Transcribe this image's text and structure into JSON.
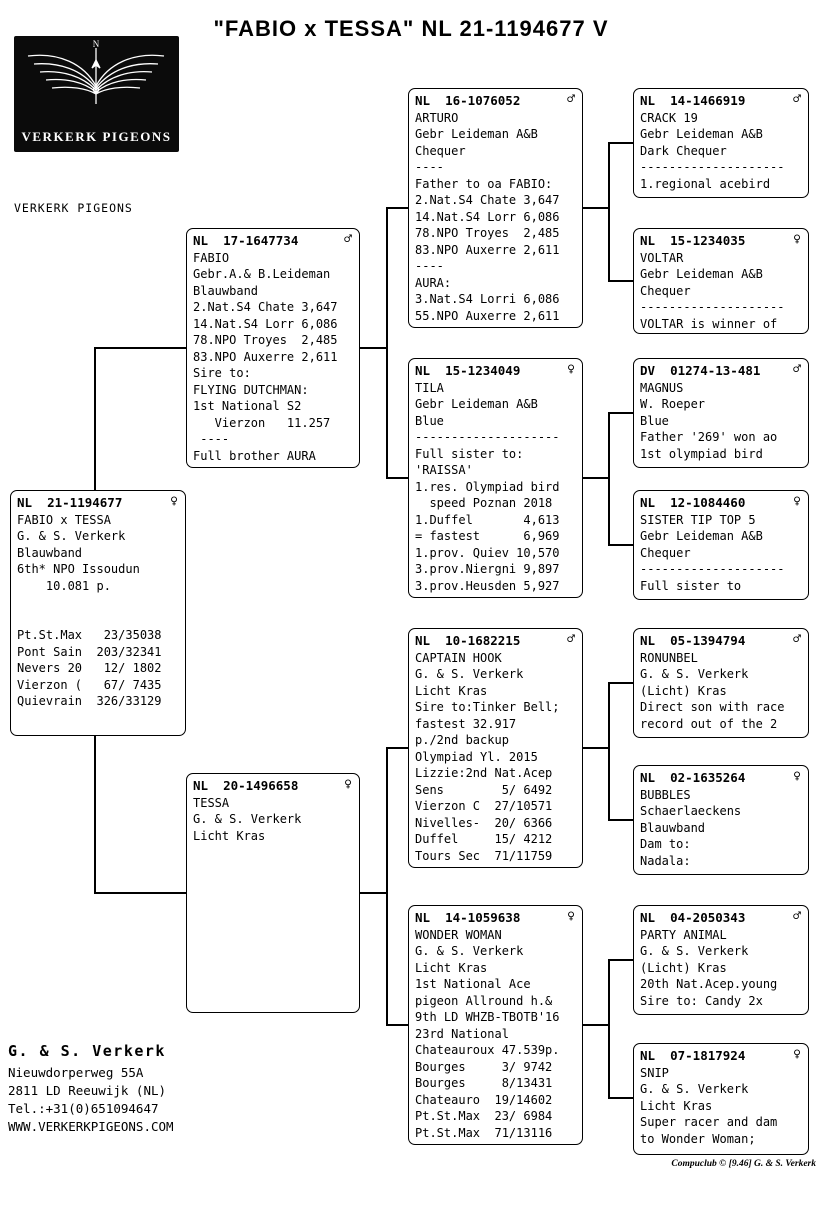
{
  "title": "\"FABIO x TESSA\"  NL  21-1194677 V",
  "logo": {
    "brand": "VERKERK PIGEONS",
    "compass_letter": "N"
  },
  "logo_caption": "VERKERK PIGEONS",
  "contact": {
    "name": "G. & S. Verkerk",
    "lines": [
      "Nieuwdorperweg 55A",
      "2811 LD  Reeuwijk (NL)",
      "Tel.:+31(0)651094647",
      "WWW.VERKERKPIGEONS.COM"
    ]
  },
  "credit": "Compuclub © [9.46]  G. & S. Verkerk",
  "boxes": {
    "subject": {
      "ring": "NL  21-1194677",
      "sex": "female",
      "sex_symbol": "♀",
      "text": "FABIO x TESSA\nG. & S. Verkerk\nBlauwband\n6th* NPO Issoudun\n    10.081 p.\n\n\nPt.St.Max   23/35038\nPont Sain  203/32341\nNevers 20   12/ 1802\nVierzon (   67/ 7435\nQuievrain  326/33129"
    },
    "fabio": {
      "ring": "NL  17-1647734",
      "sex": "male",
      "sex_symbol": "♂",
      "text": "FABIO\nGebr.A.& B.Leideman\nBlauwband\n2.Nat.S4 Chate 3,647\n14.Nat.S4 Lorr 6,086\n78.NPO Troyes  2,485\n83.NPO Auxerre 2,611\nSire to:\nFLYING DUTCHMAN:\n1st National S2\n   Vierzon   11.257\n ----\nFull brother AURA"
    },
    "tessa": {
      "ring": "NL  20-1496658",
      "sex": "female",
      "sex_symbol": "♀",
      "text": "TESSA\nG. & S. Verkerk\nLicht Kras"
    },
    "arturo": {
      "ring": "NL  16-1076052",
      "sex": "male",
      "sex_symbol": "♂",
      "text": "ARTURO\nGebr Leideman A&B\nChequer\n----\nFather to oa FABIO:\n2.Nat.S4 Chate 3,647\n14.Nat.S4 Lorr 6,086\n78.NPO Troyes  2,485\n83.NPO Auxerre 2,611\n----\nAURA:\n3.Nat.S4 Lorri 6,086\n55.NPO Auxerre 2,611"
    },
    "tila": {
      "ring": "NL  15-1234049",
      "sex": "female",
      "sex_symbol": "♀",
      "text": "TILA\nGebr Leideman A&B\nBlue\n--------------------\nFull sister to:\n'RAISSA'\n1.res. Olympiad bird\n  speed Poznan 2018\n1.Duffel       4,613\n= fastest      6,969\n1.prov. Quiev 10,570\n3.prov.Niergni 9,897\n3.prov.Heusden 5,927"
    },
    "captain_hook": {
      "ring": "NL  10-1682215",
      "sex": "male",
      "sex_symbol": "♂",
      "text": "CAPTAIN HOOK\nG. & S. Verkerk\nLicht Kras\nSire to:Tinker Bell;\nfastest 32.917\np./2nd backup\nOlympiad Yl. 2015\nLizzie:2nd Nat.Acep\nSens        5/ 6492\nVierzon C  27/10571\nNivelles-  20/ 6366\nDuffel     15/ 4212\nTours Sec  71/11759"
    },
    "wonder_woman": {
      "ring": "NL  14-1059638",
      "sex": "female",
      "sex_symbol": "♀",
      "text": "WONDER WOMAN\nG. & S. Verkerk\nLicht Kras\n1st National Ace\npigeon Allround h.&\n9th LD WHZB-TBOTB'16\n23rd National\nChateauroux 47.539p.\nBourges     3/ 9742\nBourges     8/13431\nChateauro  19/14602\nPt.St.Max  23/ 6984\nPt.St.Max  71/13116"
    },
    "crack19": {
      "ring": "NL  14-1466919",
      "sex": "male",
      "sex_symbol": "♂",
      "text": "CRACK 19\nGebr Leideman A&B\nDark Chequer\n--------------------\n1.regional acebird"
    },
    "voltar": {
      "ring": "NL  15-1234035",
      "sex": "female",
      "sex_symbol": "♀",
      "text": "VOLTAR\nGebr Leideman A&B\nChequer\n--------------------\nVOLTAR is winner of"
    },
    "magnus": {
      "ring": "DV  01274-13-481",
      "sex": "male",
      "sex_symbol": "♂",
      "text": "MAGNUS\nW. Roeper\nBlue\nFather '269' won ao\n1st olympiad bird"
    },
    "sister_tip_top_5": {
      "ring": "NL  12-1084460",
      "sex": "female",
      "sex_symbol": "♀",
      "text": "SISTER TIP TOP 5\nGebr Leideman A&B\nChequer\n--------------------\nFull sister to"
    },
    "ronunbel": {
      "ring": "NL  05-1394794",
      "sex": "male",
      "sex_symbol": "♂",
      "text": "RONUNBEL\nG. & S. Verkerk\n(Licht) Kras\nDirect son with race\nrecord out of the 2"
    },
    "bubbles": {
      "ring": "NL  02-1635264",
      "sex": "female",
      "sex_symbol": "♀",
      "text": "BUBBLES\nSchaerlaeckens\nBlauwband\nDam to:\nNadala:"
    },
    "party_animal": {
      "ring": "NL  04-2050343",
      "sex": "male",
      "sex_symbol": "♂",
      "text": "PARTY ANIMAL\nG. & S. Verkerk\n(Licht) Kras\n20th Nat.Acep.young\nSire to: Candy 2x"
    },
    "snip": {
      "ring": "NL  07-1817924",
      "sex": "female",
      "sex_symbol": "♀",
      "text": "SNIP\nG. & S. Verkerk\nLicht Kras\nSuper racer and dam\nto Wonder Woman;"
    }
  }
}
